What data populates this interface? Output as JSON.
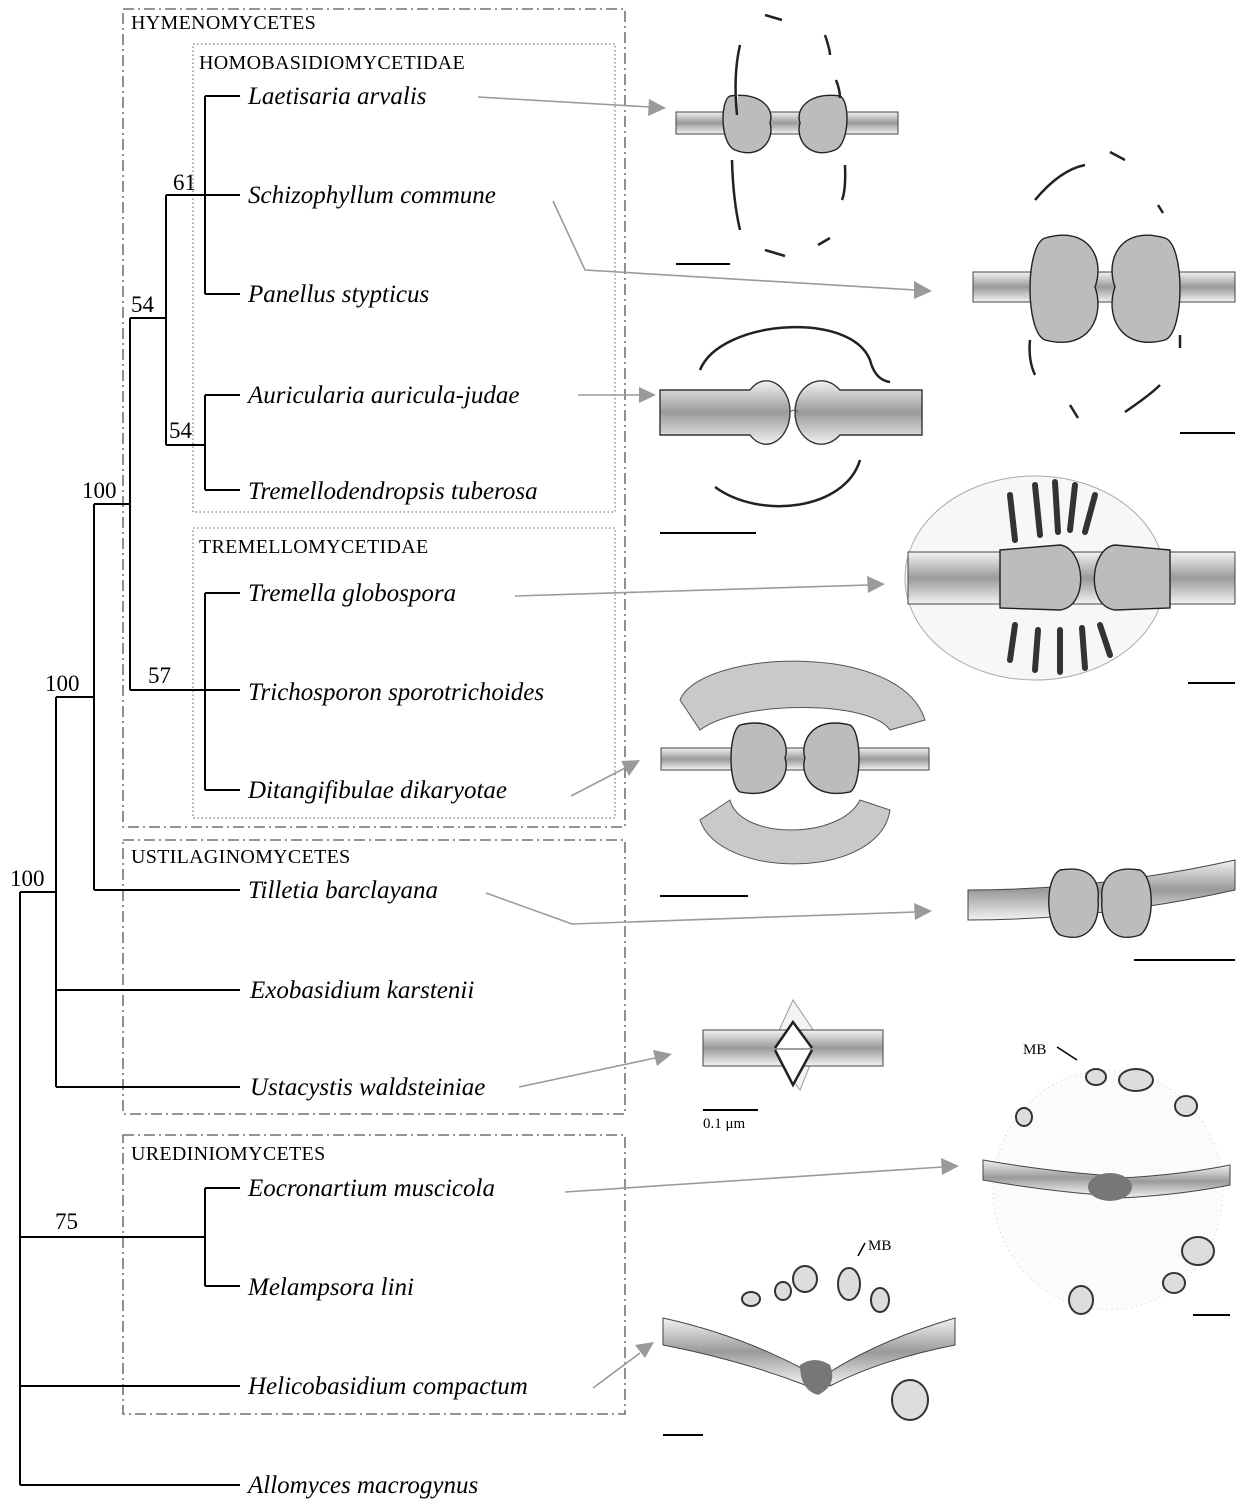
{
  "groups": {
    "hymenomycetes": "HYMENOMYCETES",
    "homobasidiomycetidae": "HOMOBASIDIOMYCETIDAE",
    "tremellomycetidae": "TREMELLOMYCETIDAE",
    "ustilaginomycetes": "USTILAGINOMYCETES",
    "urediniomycetes": "UREDINIOMYCETES"
  },
  "taxa": [
    "Laetisaria arvalis",
    "Schizophyllum commune",
    "Panellus stypticus",
    "Auricularia auricula-judae",
    "Tremellodendropsis tuberosa",
    "Tremella globospora",
    "Trichosporon sporotrichoides",
    "Ditangifibulae dikaryotae",
    "Tilletia barclayana",
    "Exobasidium karstenii",
    "Ustacystis waldsteiniae",
    "Eocronartium muscicola",
    "Melampsora lini",
    "Helicobasidium compactum",
    "Allomyces macrogynus"
  ],
  "support": {
    "schizophyllum_laetisaria_panellus": "61",
    "homobasidiomycetidae_clade": "54",
    "auricularia_tremellodendropsis": "54",
    "hymenomycetes_clade": "100",
    "tremellomycetidae_clade": "57",
    "hymeno_ustilago": "100",
    "basidiomycota": "100",
    "urediniomycetes_clade": "75"
  },
  "annotations": {
    "scale_label": "0.1 μm",
    "mb_upper": "MB",
    "mb_lower": "MB"
  }
}
